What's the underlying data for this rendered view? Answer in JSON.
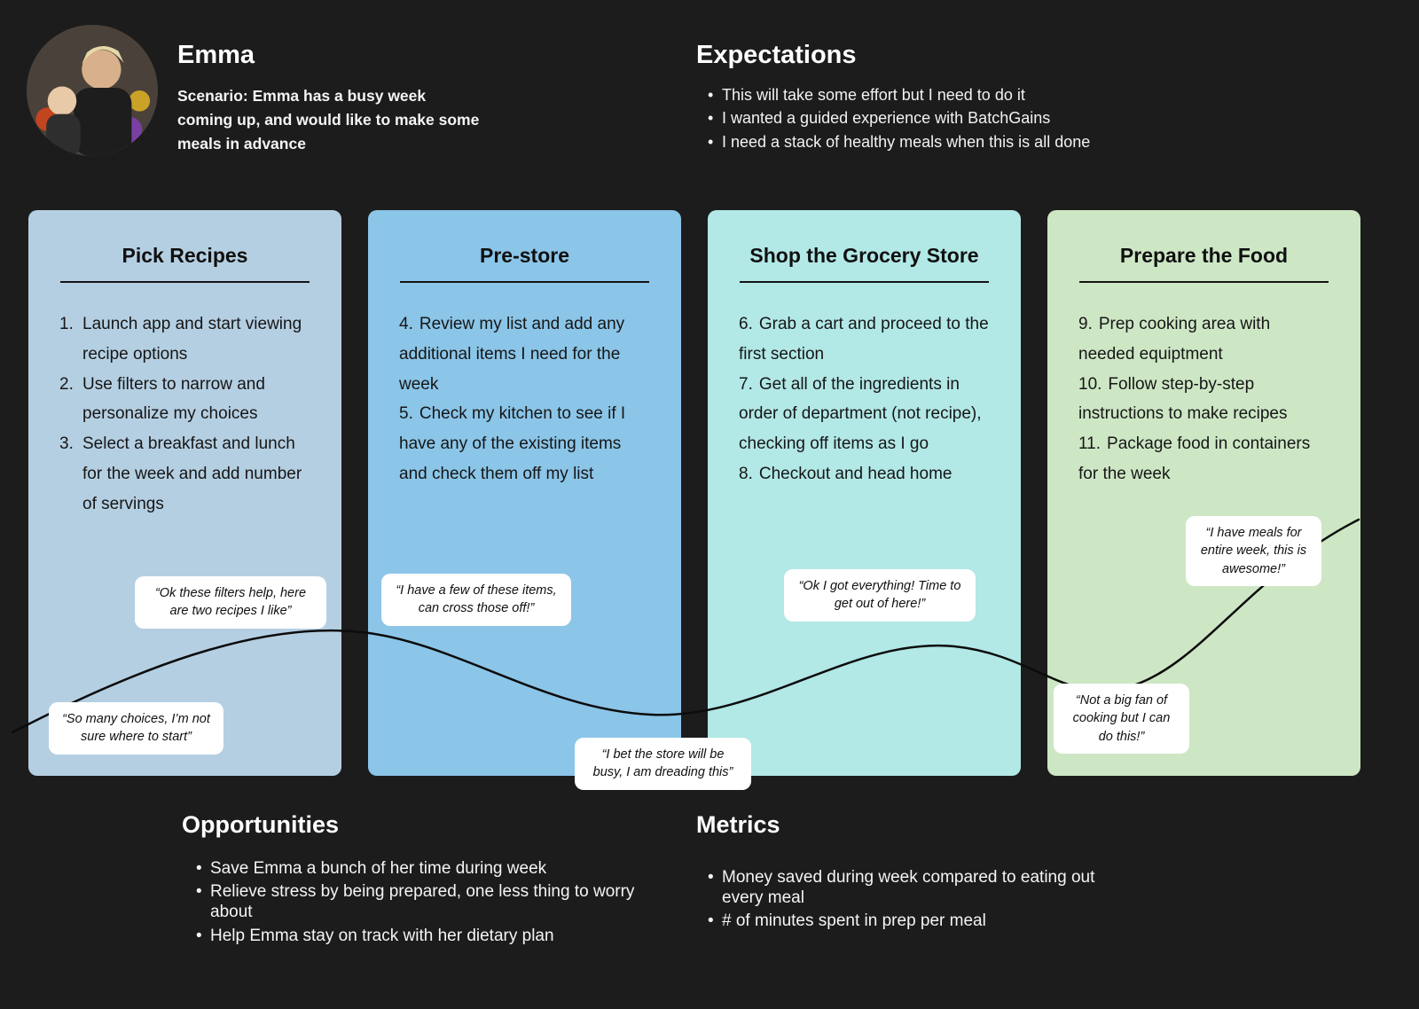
{
  "persona": {
    "name": "Emma",
    "scenario": "Scenario: Emma has a busy week coming up, and would like to make some meals in advance"
  },
  "expectations": {
    "title": "Expectations",
    "items": [
      "This will take some effort but I need to do it",
      "I wanted a guided experience with BatchGains",
      "I need a stack of healthy meals when this is all done"
    ]
  },
  "stages": [
    {
      "title": "Pick Recipes",
      "color": "#b5cfe2",
      "steps": [
        {
          "num": "1.",
          "text": "Launch app and start viewing recipe options"
        },
        {
          "num": "2.",
          "text": "Use filters to narrow and personalize my choices"
        },
        {
          "num": "3.",
          "text": "Select a breakfast and lunch for the week and add number of servings"
        }
      ]
    },
    {
      "title": "Pre-store",
      "color": "#8bc5e8",
      "steps": [
        {
          "num": "4.",
          "text": "Review my list and add any additional items I need for the week"
        },
        {
          "num": "5.",
          "text": "Check my kitchen to see if I have any of the existing items and check them off my list"
        }
      ]
    },
    {
      "title": "Shop the Grocery Store",
      "color": "#b2e8e6",
      "steps": [
        {
          "num": "6.",
          "text": "Grab a cart and proceed to the first section"
        },
        {
          "num": "7.",
          "text": "Get all of the ingredients in order of department (not recipe), checking off items as I go"
        },
        {
          "num": "8.",
          "text": "Checkout and head home"
        }
      ]
    },
    {
      "title": "Prepare the Food",
      "color": "#cde7c5",
      "steps": [
        {
          "num": "9.",
          "text": "Prep cooking area with needed equiptment"
        },
        {
          "num": "10.",
          "text": "Follow step-by-step instructions to make recipes"
        },
        {
          "num": "11.",
          "text": "Package food in containers for the week"
        }
      ]
    }
  ],
  "quotes": [
    "“Ok these filters help, here are two recipes I like”",
    "“So many choices, I’m not sure where to start”",
    "“I have a few of these items, can cross those off!”",
    "“I bet the store will be busy, I am dreading this”",
    "“Ok I got everything!  Time to get out of here!”",
    "“Not a big fan of cooking but I can do this!”",
    "“I have meals for entire week, this is awesome!”"
  ],
  "opportunities": {
    "title": "Opportunities",
    "items": [
      "Save Emma a bunch of her time during week",
      "Relieve stress by being prepared, one less thing to worry about",
      "Help Emma stay on track with her dietary plan"
    ]
  },
  "metrics": {
    "title": "Metrics",
    "items": [
      "Money saved during week compared to eating out every meal",
      "# of minutes spent in prep per meal"
    ]
  },
  "colors": {
    "background": "#1c1c1c",
    "curve": "#0c0c0c",
    "bubble": "#ffffff"
  }
}
